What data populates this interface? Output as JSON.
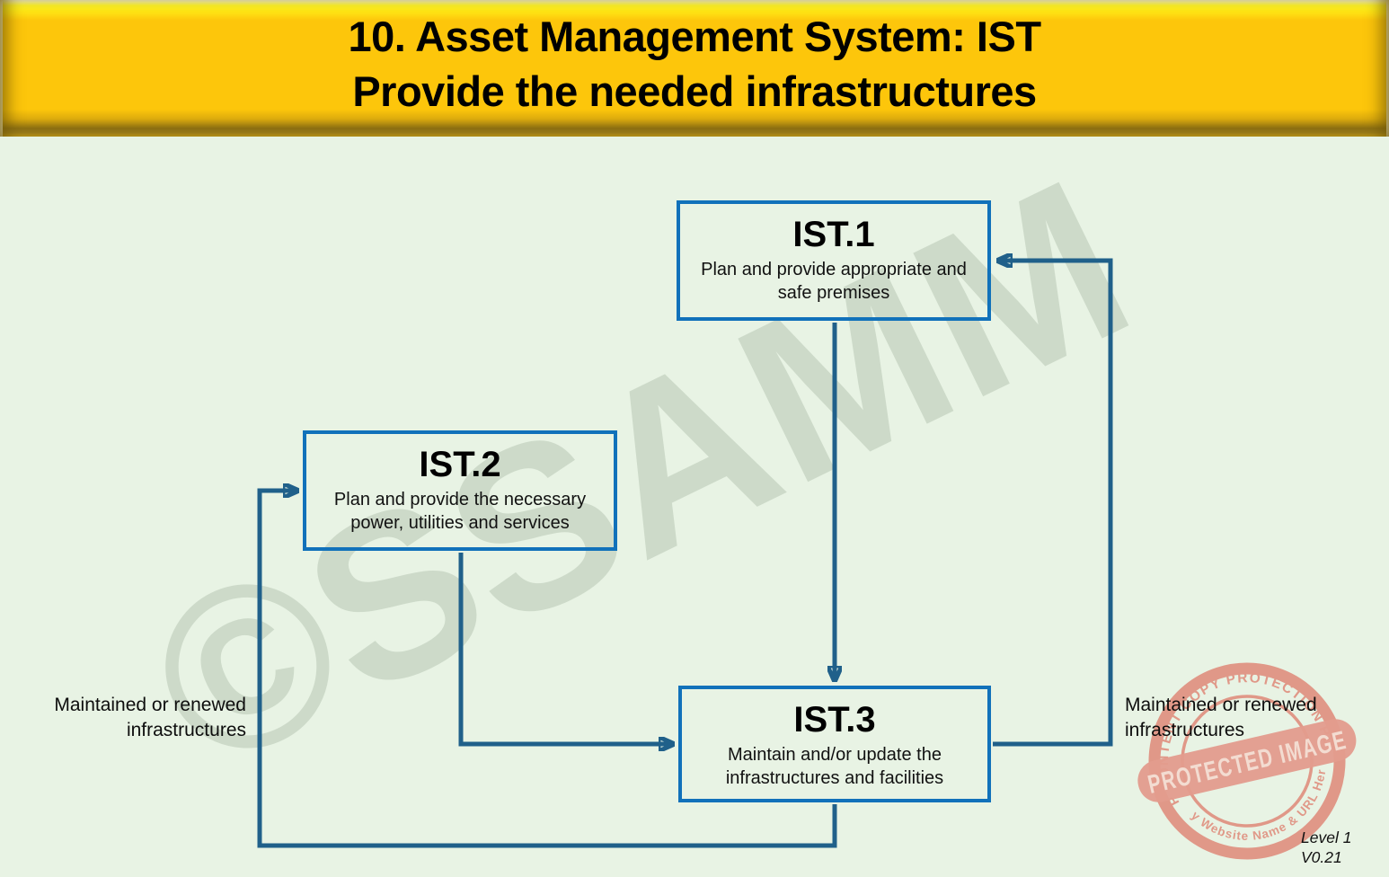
{
  "header": {
    "line1": "10. Asset Management System: IST",
    "line2": "Provide the needed infrastructures"
  },
  "nodes": [
    {
      "id": "IST.1",
      "title": "IST.1",
      "description": "Plan and provide appropriate and safe premises"
    },
    {
      "id": "IST.2",
      "title": "IST.2",
      "description": "Plan and provide the necessary power, utilities and services"
    },
    {
      "id": "IST.3",
      "title": "IST.3",
      "description": "Maintain and/or update the infrastructures and facilities"
    }
  ],
  "labels": {
    "left_output": "Maintained or renewed infrastructures",
    "right_output": "Maintained or renewed infrastructures"
  },
  "watermark": {
    "text": "©SSAMM"
  },
  "stamp": {
    "arc_top": "WP CONTENT COPY PROTECTION PLUS",
    "band": "PROTECTED IMAGE",
    "arc_bottom": "My Website Name & URL Here"
  },
  "footer": {
    "level": "Level 1",
    "version": "V0.21"
  },
  "colors": {
    "banner_gold": "#FDC60B",
    "box_border_blue": "#1171BA",
    "connector_blue": "#20608A",
    "background_green": "#E8F3E4",
    "stamp_salmon": "#DF8575",
    "stamp_band_text": "#F6D8CE"
  }
}
